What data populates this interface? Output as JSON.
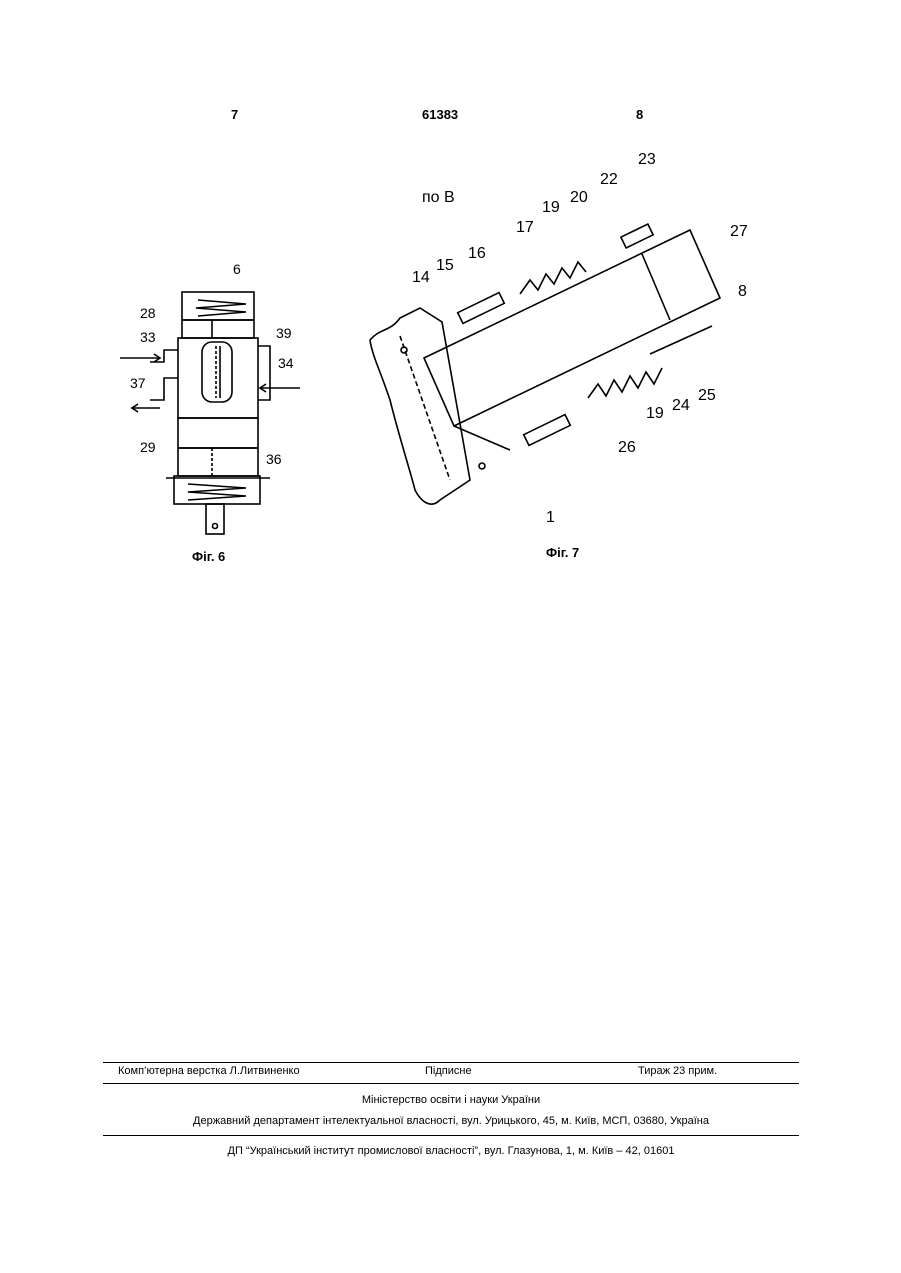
{
  "header": {
    "page_left": "7",
    "doc_number": "61383",
    "page_right": "8"
  },
  "figure6": {
    "caption": "Фіг. 6",
    "labels": [
      "6",
      "28",
      "39",
      "33",
      "34",
      "37",
      "29",
      "36"
    ]
  },
  "figure7": {
    "caption": "Фіг. 7",
    "view_label": "по В",
    "labels": [
      "23",
      "22",
      "20",
      "19",
      "17",
      "16",
      "15",
      "14",
      "27",
      "8",
      "19",
      "24",
      "25",
      "26",
      "1"
    ]
  },
  "footer": {
    "typesetting": "Комп’ютерна верстка Л.Литвиненко",
    "signed": "Підписне",
    "circulation": "Тираж 23 прим.",
    "ministry": "Міністерство освіти і науки України",
    "department": "Державний департамент інтелектуальної власності, вул. Урицького, 45, м. Київ, МСП, 03680, Україна",
    "institute": "ДП “Український інститут промислової власності”, вул. Глазунова, 1, м. Київ – 42, 01601"
  }
}
